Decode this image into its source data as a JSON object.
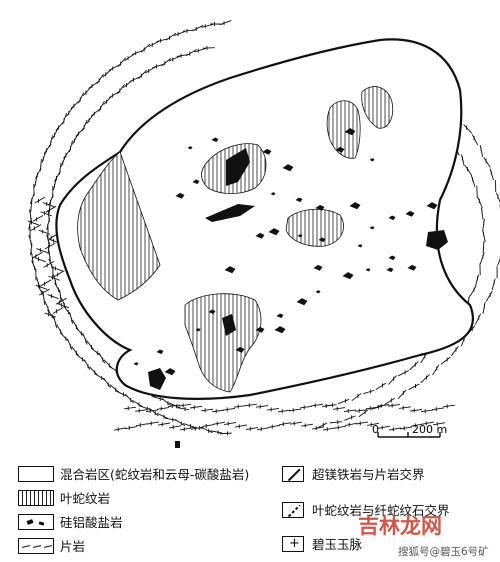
{
  "scale": {
    "zero": "0",
    "value": "200 m"
  },
  "legend": {
    "left": [
      {
        "label": "混合岩区(蛇纹岩和云母-碳酸盐岩)",
        "symbol": "plain-box"
      },
      {
        "label": "叶蛇纹岩",
        "symbol": "vertical-hatch"
      },
      {
        "label": "硅铝酸盐岩",
        "symbol": "black-spots"
      },
      {
        "label": "片岩",
        "symbol": "schist-ticks"
      }
    ],
    "right": [
      {
        "label": "超镁铁岩与片岩交界",
        "symbol": "solid-diagonal-line"
      },
      {
        "label": "叶蛇纹岩与纤蛇纹石交界",
        "symbol": "dashed-diagonal-line"
      },
      {
        "label": "碧玉玉脉",
        "symbol": "plus-sign"
      }
    ]
  },
  "watermark": {
    "logo_text": "吉林龙网",
    "source_text": "搜狐号@碧玉6号矿"
  }
}
